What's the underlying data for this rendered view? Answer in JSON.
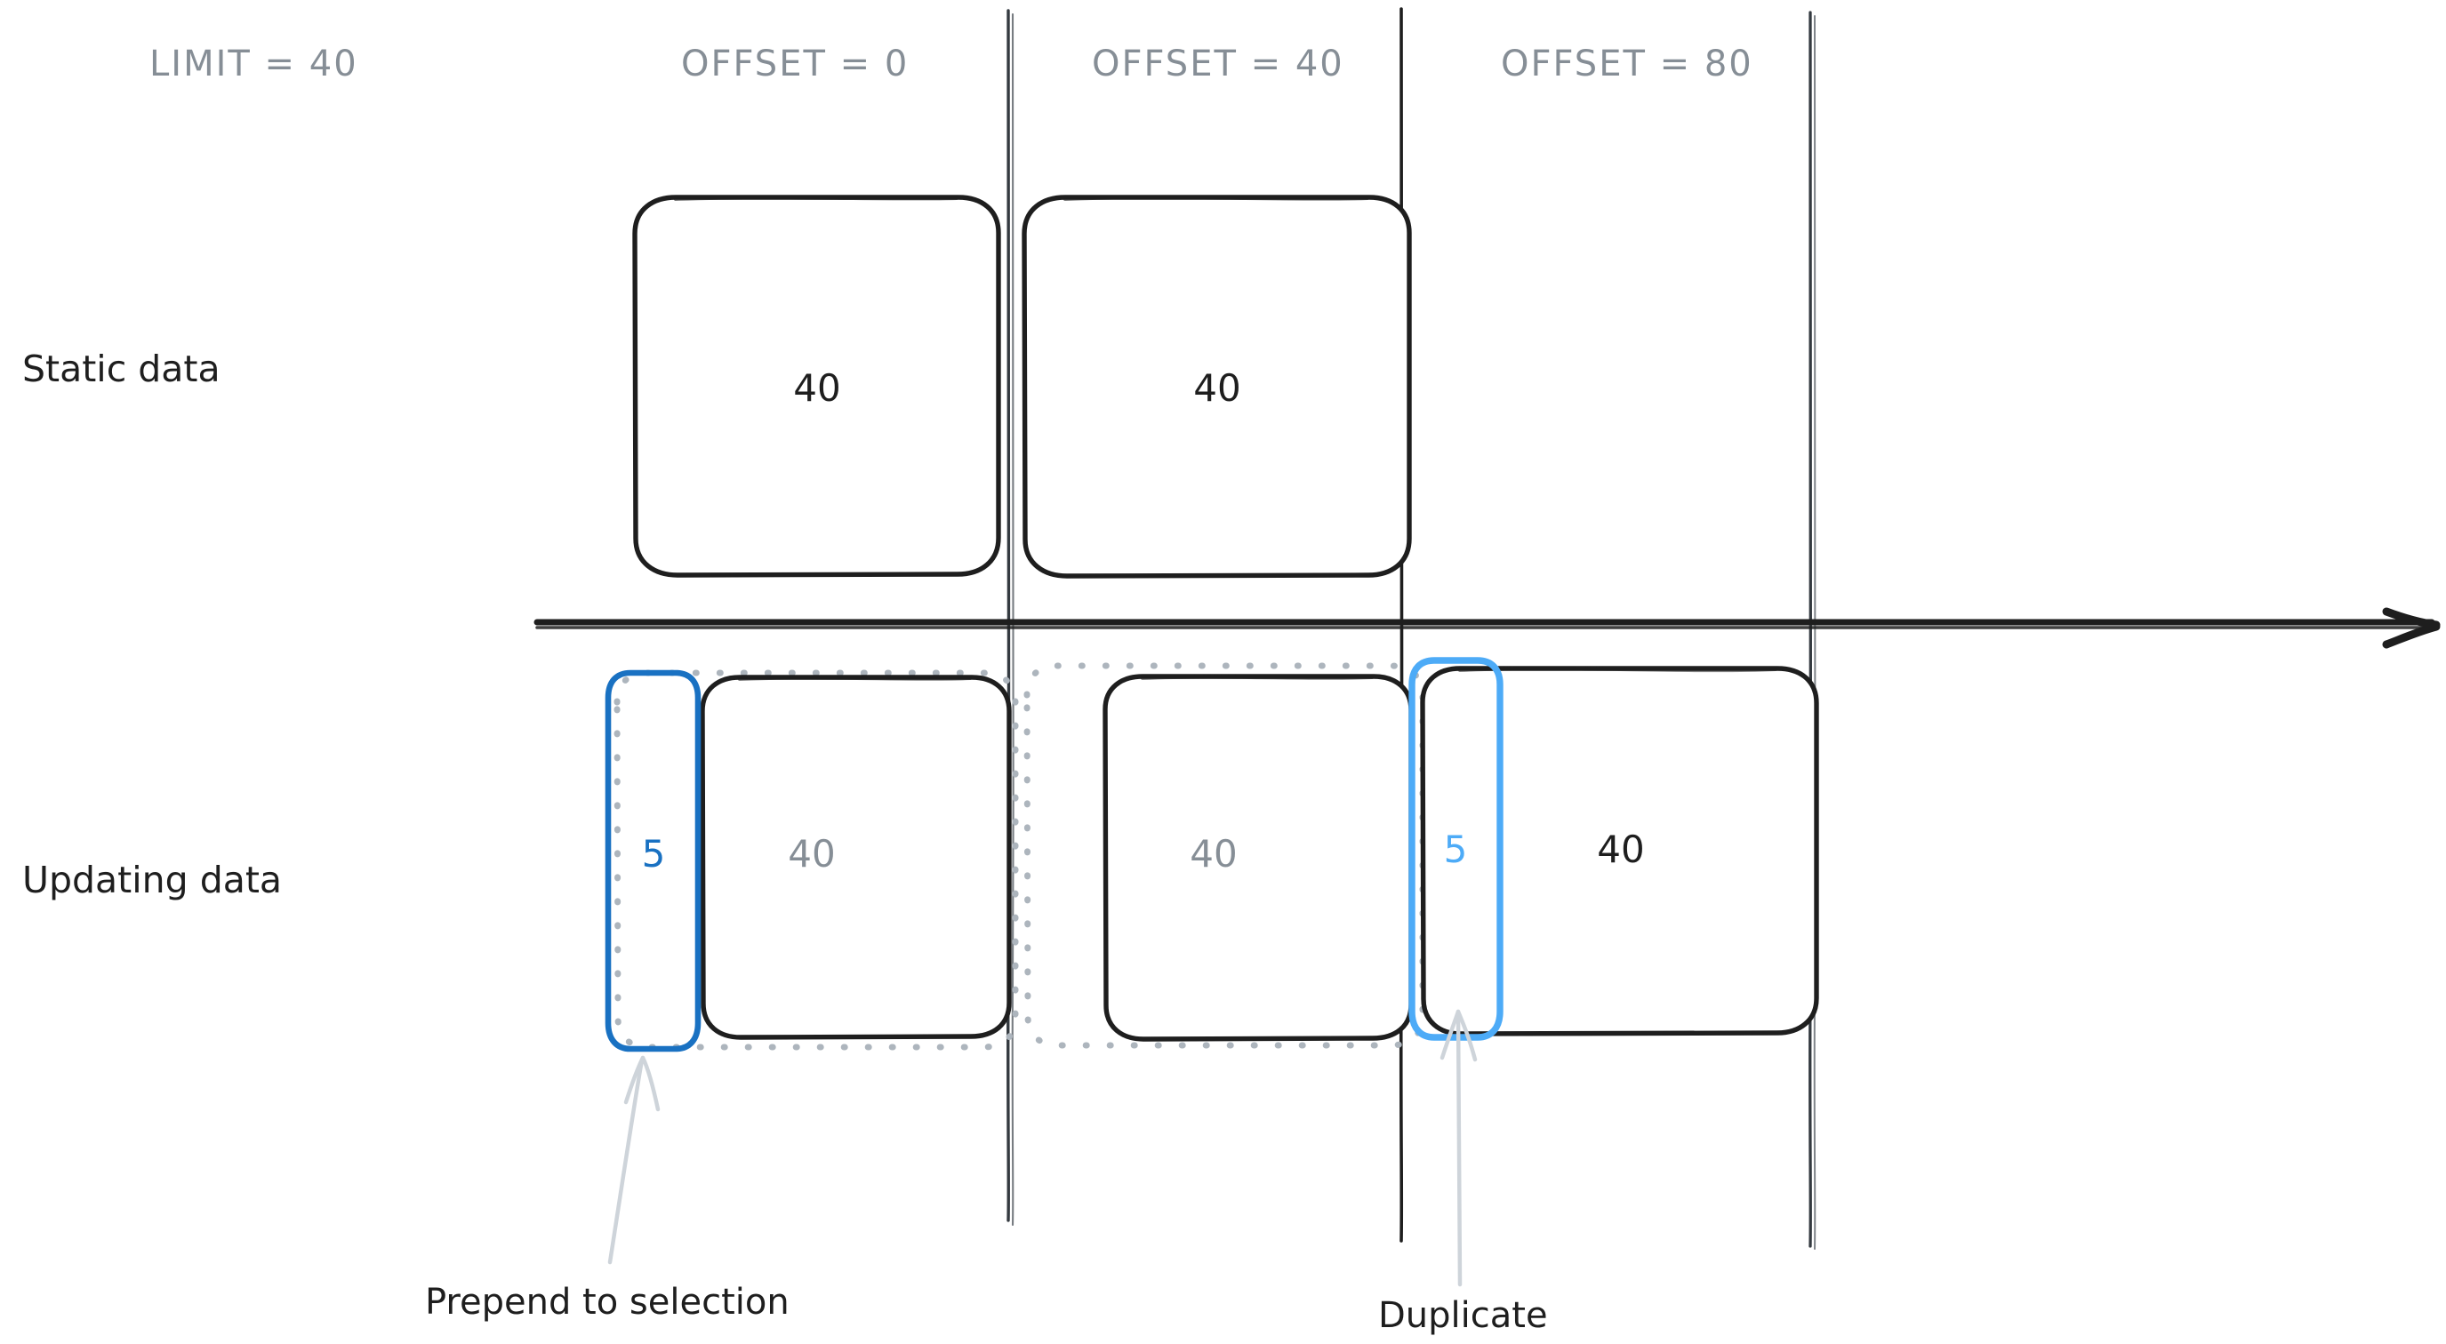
{
  "diagram": {
    "title": "Pagination LIMIT/OFFSET windows over static vs updating data",
    "colors": {
      "ink": "#1e1e1e",
      "muted": "#868e96",
      "blue_strong": "#1971c2",
      "blue_light": "#4dabf7",
      "ghost": "#adb5bd",
      "arrow_hint": "#ced4da",
      "background": "#ffffff"
    },
    "headers": [
      {
        "id": "limit",
        "text": "LIMIT = 40"
      },
      {
        "id": "offset0",
        "text": "OFFSET = 0"
      },
      {
        "id": "offset40",
        "text": "OFFSET = 40"
      },
      {
        "id": "offset80",
        "text": "OFFSET = 80"
      }
    ],
    "rows": [
      {
        "id": "static",
        "label": "Static data"
      },
      {
        "id": "updating",
        "label": "Updating data"
      }
    ],
    "static_row": {
      "pages": [
        {
          "id": "static-page-1",
          "value": "40",
          "tone": "ink"
        },
        {
          "id": "static-page-2",
          "value": "40",
          "tone": "ink"
        }
      ]
    },
    "updating_row": {
      "inserted": [
        {
          "id": "inserted-block-1",
          "value": "5",
          "tone": "blue-strong"
        },
        {
          "id": "inserted-block-2",
          "value": "5",
          "tone": "blue-light"
        }
      ],
      "pages": [
        {
          "id": "updating-page-1",
          "value": "40",
          "tone": "muted"
        },
        {
          "id": "updating-page-2",
          "value": "40",
          "tone": "muted"
        },
        {
          "id": "updating-page-3",
          "value": "40",
          "tone": "ink"
        }
      ],
      "ghost_pages": [
        {
          "id": "ghost-page-1"
        },
        {
          "id": "ghost-page-2"
        }
      ]
    },
    "annotations": [
      {
        "id": "prepend",
        "text": "Prepend to selection"
      },
      {
        "id": "duplicate",
        "text": "Duplicate"
      }
    ],
    "timeline": {
      "id": "time-axis",
      "direction": "right"
    }
  }
}
